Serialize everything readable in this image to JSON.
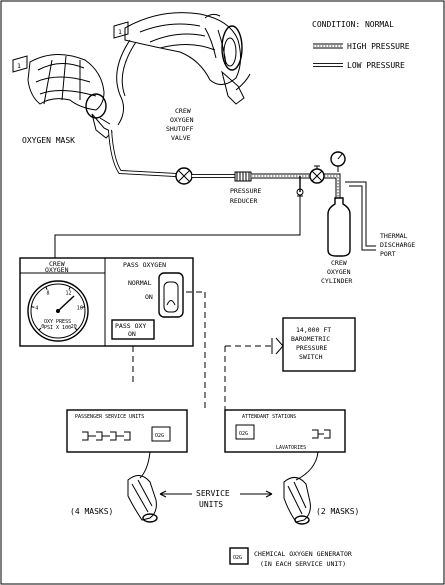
{
  "legend": {
    "condition": "CONDITION: NORMAL",
    "high_pressure": "HIGH PRESSURE",
    "low_pressure": "LOW PRESSURE"
  },
  "flags": {
    "mask_top": "1",
    "mask_left": "1"
  },
  "labels": {
    "oxygen_mask": "OXYGEN MASK",
    "shutoff_valve": [
      "CREW",
      "OXYGEN",
      "SHUTOFF",
      "VALVE"
    ],
    "pressure_reducer": [
      "PRESSURE",
      "REDUCER"
    ],
    "cylinder": [
      "CREW",
      "OXYGEN",
      "CYLINDER"
    ],
    "discharge_port": [
      "THERMAL",
      "DISCHARGE",
      "PORT"
    ],
    "baro_switch": [
      "14,000 FT",
      "BAROMETRIC",
      "PRESSURE",
      "SWITCH"
    ],
    "service_units": [
      "SERVICE",
      "UNITS"
    ],
    "masks_4": "(4 MASKS)",
    "masks_2": "(2 MASKS)",
    "generator_note": [
      "CHEMICAL OXYGEN GENERATOR",
      "(IN EACH SERVICE UNIT)"
    ],
    "generator_symbol": "O2G"
  },
  "panel": {
    "crew_oxygen_title": [
      "CREW",
      "OXYGEN"
    ],
    "gauge_label": [
      "OXY PRESS",
      "PSI X 100"
    ],
    "gauge_ticks": [
      "0",
      "4",
      "8",
      "12",
      "16",
      "20"
    ],
    "pass_oxygen_title": "PASS OXYGEN",
    "switch_normal": "NORMAL",
    "switch_on": "ON",
    "pass_oxy_on": [
      "PASS OXY",
      "ON"
    ]
  },
  "units": {
    "passenger_service": "PASSENGER SERVICE UNITS",
    "attendant_stations": "ATTENDANT STATIONS",
    "lavatories": "LAVATORIES"
  }
}
